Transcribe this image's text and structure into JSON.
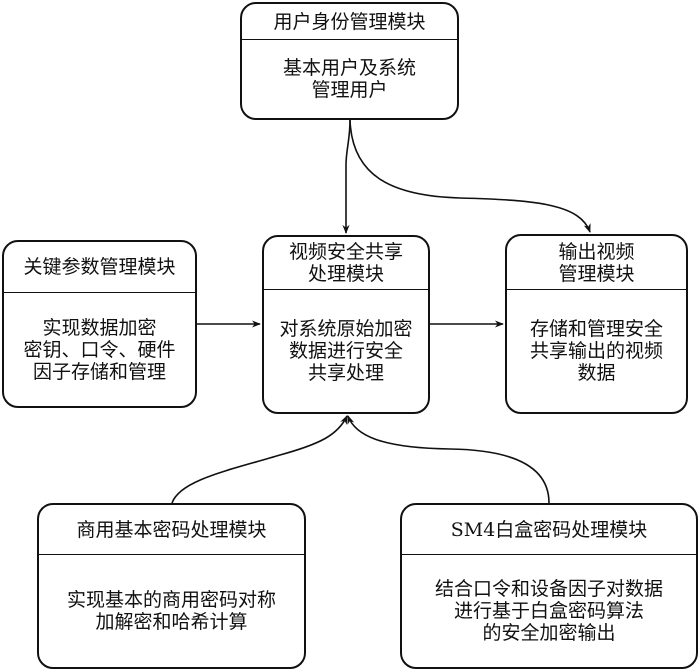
{
  "modules": {
    "user_identity": {
      "title": [
        "用户身份管理模块"
      ],
      "body": [
        "基本用户及系统",
        "管理用户"
      ]
    },
    "key_params": {
      "title": [
        "关键参数管理模块"
      ],
      "body": [
        "实现数据加密",
        "密钥、口令、硬件",
        "因子存储和管理"
      ]
    },
    "video_share": {
      "title": [
        "视频安全共享",
        "处理模块"
      ],
      "body": [
        "对系统原始加密",
        "数据进行安全",
        "共享处理"
      ]
    },
    "output_video": {
      "title": [
        "输出视频",
        "管理模块"
      ],
      "body": [
        "存储和管理安全",
        "共享输出的视频",
        "数据"
      ]
    },
    "commercial_crypto": {
      "title": [
        "商用基本密码处理模块"
      ],
      "body": [
        "实现基本的商用密码对称",
        "加解密和哈希计算"
      ]
    },
    "sm4_whitebox": {
      "title": [
        "SM4白盒密码处理模块"
      ],
      "body": [
        "结合口令和设备因子对数据",
        "进行基于白盒密码算法",
        "的安全加密输出"
      ]
    }
  },
  "connections": [
    {
      "from": "user_identity",
      "to": "video_share"
    },
    {
      "from": "user_identity",
      "to": "output_video"
    },
    {
      "from": "key_params",
      "to": "video_share"
    },
    {
      "from": "video_share",
      "to": "output_video"
    },
    {
      "from": "commercial_crypto",
      "to": "video_share"
    },
    {
      "from": "sm4_whitebox",
      "to": "video_share"
    }
  ]
}
